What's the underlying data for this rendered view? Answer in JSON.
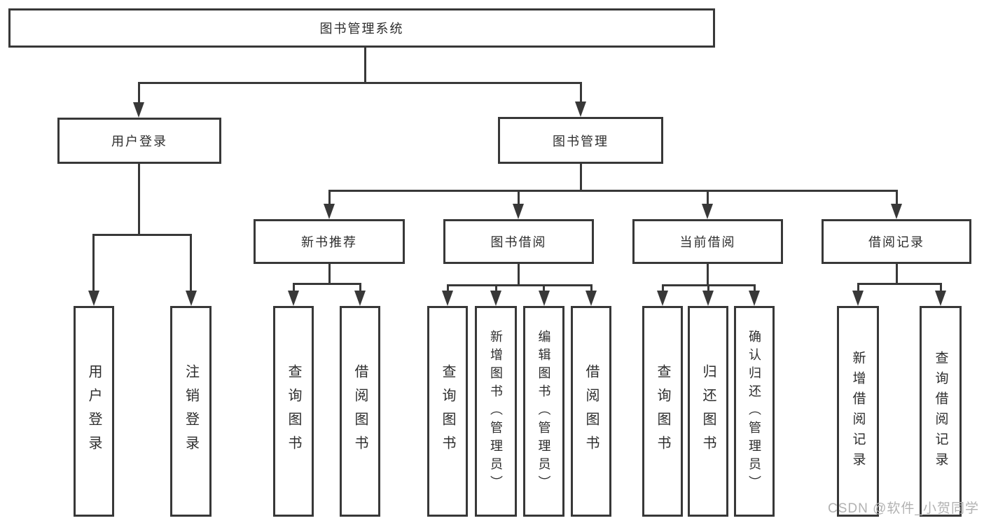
{
  "nodes": {
    "root": "图书管理系统",
    "user_login": "用户登录",
    "book_mgmt": "图书管理",
    "new_book_rec": "新书推荐",
    "book_borrow": "图书借阅",
    "current_borrow": "当前借阅",
    "borrow_records": "借阅记录",
    "leaf_user_login": "用户登录",
    "leaf_logout": "注销登录",
    "leaf_rec_query": "查询图书",
    "leaf_rec_borrow": "借阅图书",
    "leaf_bb_query": "查询图书",
    "leaf_bb_add": "新增图书（管理员）",
    "leaf_bb_edit": "编辑图书（管理员）",
    "leaf_bb_borrow": "借阅图书",
    "leaf_cb_query": "查询图书",
    "leaf_cb_return": "归还图书",
    "leaf_cb_confirm": "确认归还（管理员）",
    "leaf_br_add": "新增借阅记录",
    "leaf_br_query": "查询借阅记录"
  },
  "structure": {
    "root": [
      "user_login",
      "book_mgmt"
    ],
    "user_login": [
      "leaf_user_login",
      "leaf_logout"
    ],
    "book_mgmt": [
      "new_book_rec",
      "book_borrow",
      "current_borrow",
      "borrow_records"
    ],
    "new_book_rec": [
      "leaf_rec_query",
      "leaf_rec_borrow"
    ],
    "book_borrow": [
      "leaf_bb_query",
      "leaf_bb_add",
      "leaf_bb_edit",
      "leaf_bb_borrow"
    ],
    "current_borrow": [
      "leaf_cb_query",
      "leaf_cb_return",
      "leaf_cb_confirm"
    ],
    "borrow_records": [
      "leaf_br_add",
      "leaf_br_query"
    ]
  },
  "watermark": {
    "text": "CSDN @软件_小贺同学"
  },
  "colors": {
    "line": "#383838",
    "text": "#2d2d2d",
    "watermark": "#b2b2b2",
    "bg": "#ffffff"
  }
}
